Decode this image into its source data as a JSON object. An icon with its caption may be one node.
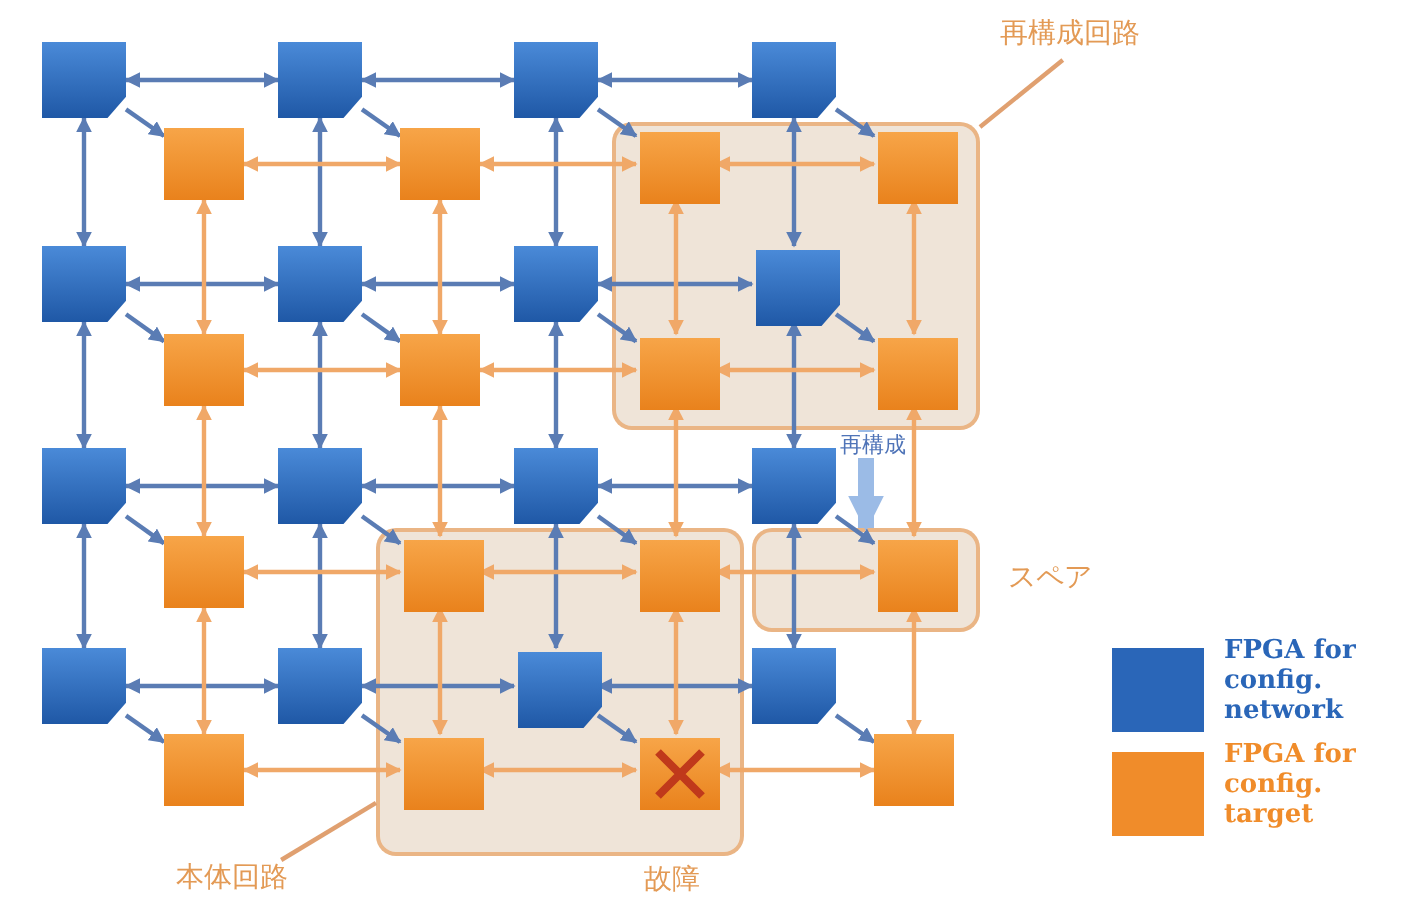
{
  "diagram": {
    "nodes": [
      {
        "text": [
          "再構成回路"
        ]
      },
      {
        "text": [],
        "shape": "box"
      },
      {
        "text": [],
        "shape": "box",
        "beside": [
          "スペア"
        ]
      },
      {
        "text": [],
        "shape": "box"
      },
      {
        "text": [
          "本体回路"
        ]
      },
      {
        "text": [],
        "shape": "box"
      },
      {
        "text": [],
        "shape": "box"
      },
      {
        "text": [],
        "shape": "box"
      },
      {
        "text": [],
        "shape": "box"
      },
      {
        "text": [],
        "shape": "box"
      },
      {
        "text": [],
        "shape": "box"
      },
      {
        "text": [],
        "shape": "box"
      },
      {
        "text": [],
        "shape": "box",
        "in": 1
      },
      {
        "text": [],
        "shape": "box"
      },
      {
        "text": [],
        "shape": "box"
      },
      {
        "text": [],
        "shape": "box"
      },
      {
        "text": [],
        "shape": "box"
      },
      {
        "text": [],
        "shape": "box"
      },
      {
        "text": [],
        "shape": "box"
      },
      {
        "text": [],
        "shape": "box",
        "in": 3
      },
      {
        "text": [],
        "shape": "box"
      },
      {
        "text": [],
        "shape": "box"
      },
      {
        "text": [],
        "shape": "box"
      },
      {
        "text": [],
        "shape": "box",
        "in": 1
      },
      {
        "text": [],
        "shape": "box",
        "in": 1
      },
      {
        "text": [],
        "shape": "box"
      },
      {
        "text": [],
        "shape": "box"
      },
      {
        "text": [],
        "shape": "box",
        "in": 1
      },
      {
        "text": [],
        "shape": "box",
        "in": 1
      },
      {
        "text": [],
        "shape": "box"
      },
      {
        "text": [],
        "shape": "box",
        "in": 3
      },
      {
        "text": [],
        "shape": "box",
        "in": 3
      },
      {
        "text": [],
        "shape": "box",
        "in": 2
      },
      {
        "text": [],
        "shape": "box"
      },
      {
        "text": [],
        "shape": "box",
        "in": 3
      },
      {
        "text": [],
        "shape": "box",
        "in": 3,
        "beside": [
          "故障"
        ]
      },
      {
        "text": [],
        "shape": "box"
      }
    ],
    "edges": [
      {
        "from": 0,
        "to": 1,
        "arrow": "none",
        "color": "#e0a070"
      },
      {
        "from": 4,
        "to": 3,
        "arrow": "none",
        "color": "#e0a070"
      },
      {
        "from": 1,
        "to": 2,
        "arrow": "to",
        "label": "再構成",
        "style": "thick",
        "color": "#9bbbe6"
      },
      {
        "from": 5,
        "to": 6,
        "arrow": "both"
      },
      {
        "from": 6,
        "to": 7,
        "arrow": "both"
      },
      {
        "from": 7,
        "to": 8,
        "arrow": "both"
      },
      {
        "from": 9,
        "to": 10,
        "arrow": "both"
      },
      {
        "from": 10,
        "to": 11,
        "arrow": "both"
      },
      {
        "from": 11,
        "to": 12,
        "arrow": "both"
      },
      {
        "from": 13,
        "to": 14,
        "arrow": "both"
      },
      {
        "from": 14,
        "to": 15,
        "arrow": "both"
      },
      {
        "from": 15,
        "to": 16,
        "arrow": "both"
      },
      {
        "from": 17,
        "to": 18,
        "arrow": "both"
      },
      {
        "from": 18,
        "to": 19,
        "arrow": "both"
      },
      {
        "from": 19,
        "to": 20,
        "arrow": "both"
      },
      {
        "from": 5,
        "to": 9,
        "arrow": "both"
      },
      {
        "from": 6,
        "to": 10,
        "arrow": "both"
      },
      {
        "from": 7,
        "to": 11,
        "arrow": "both"
      },
      {
        "from": 8,
        "to": 12,
        "arrow": "both"
      },
      {
        "from": 9,
        "to": 13,
        "arrow": "both"
      },
      {
        "from": 10,
        "to": 14,
        "arrow": "both"
      },
      {
        "from": 11,
        "to": 15,
        "arrow": "both"
      },
      {
        "from": 12,
        "to": 16,
        "arrow": "both"
      },
      {
        "from": 13,
        "to": 17,
        "arrow": "both"
      },
      {
        "from": 14,
        "to": 18,
        "arrow": "both"
      },
      {
        "from": 15,
        "to": 19,
        "arrow": "both"
      },
      {
        "from": 16,
        "to": 20,
        "arrow": "both"
      },
      {
        "from": 21,
        "to": 22,
        "arrow": "both",
        "color": "#f0a868"
      },
      {
        "from": 22,
        "to": 23,
        "arrow": "both",
        "color": "#f0a868"
      },
      {
        "from": 23,
        "to": 24,
        "arrow": "both",
        "color": "#f0a868"
      },
      {
        "from": 25,
        "to": 26,
        "arrow": "both",
        "color": "#f0a868"
      },
      {
        "from": 26,
        "to": 27,
        "arrow": "both",
        "color": "#f0a868"
      },
      {
        "from": 27,
        "to": 28,
        "arrow": "both",
        "color": "#f0a868"
      },
      {
        "from": 29,
        "to": 30,
        "arrow": "both",
        "color": "#f0a868"
      },
      {
        "from": 30,
        "to": 31,
        "arrow": "both",
        "color": "#f0a868"
      },
      {
        "from": 31,
        "to": 32,
        "arrow": "both",
        "color": "#f0a868"
      },
      {
        "from": 33,
        "to": 34,
        "arrow": "both",
        "color": "#f0a868"
      },
      {
        "from": 34,
        "to": 35,
        "arrow": "both",
        "color": "#f0a868"
      },
      {
        "from": 35,
        "to": 36,
        "arrow": "both",
        "color": "#f0a868"
      },
      {
        "from": 21,
        "to": 25,
        "arrow": "both",
        "color": "#f0a868"
      },
      {
        "from": 22,
        "to": 26,
        "arrow": "both",
        "color": "#f0a868"
      },
      {
        "from": 23,
        "to": 27,
        "arrow": "both",
        "color": "#f0a868"
      },
      {
        "from": 24,
        "to": 28,
        "arrow": "both",
        "color": "#f0a868"
      },
      {
        "from": 25,
        "to": 29,
        "arrow": "both",
        "color": "#f0a868"
      },
      {
        "from": 26,
        "to": 30,
        "arrow": "both",
        "color": "#f0a868"
      },
      {
        "from": 27,
        "to": 31,
        "arrow": "both",
        "color": "#f0a868"
      },
      {
        "from": 28,
        "to": 32,
        "arrow": "both",
        "color": "#f0a868"
      },
      {
        "from": 29,
        "to": 33,
        "arrow": "both",
        "color": "#f0a868"
      },
      {
        "from": 30,
        "to": 34,
        "arrow": "both",
        "color": "#f0a868"
      },
      {
        "from": 31,
        "to": 35,
        "arrow": "both",
        "color": "#f0a868"
      },
      {
        "from": 32,
        "to": 36,
        "arrow": "both",
        "color": "#f0a868"
      },
      {
        "from": 5,
        "to": 21,
        "arrow": "to"
      },
      {
        "from": 6,
        "to": 22,
        "arrow": "to"
      },
      {
        "from": 7,
        "to": 23,
        "arrow": "to"
      },
      {
        "from": 8,
        "to": 24,
        "arrow": "to"
      },
      {
        "from": 9,
        "to": 25,
        "arrow": "to"
      },
      {
        "from": 10,
        "to": 26,
        "arrow": "to"
      },
      {
        "from": 11,
        "to": 27,
        "arrow": "to"
      },
      {
        "from": 12,
        "to": 28,
        "arrow": "to"
      },
      {
        "from": 13,
        "to": 29,
        "arrow": "to"
      },
      {
        "from": 14,
        "to": 30,
        "arrow": "to"
      },
      {
        "from": 15,
        "to": 31,
        "arrow": "to"
      },
      {
        "from": 16,
        "to": 32,
        "arrow": "to"
      },
      {
        "from": 17,
        "to": 33,
        "arrow": "to"
      },
      {
        "from": 18,
        "to": 34,
        "arrow": "to"
      },
      {
        "from": 19,
        "to": 35,
        "arrow": "to"
      },
      {
        "from": 20,
        "to": 36,
        "arrow": "to"
      }
    ],
    "legend": [
      {
        "text": "FPGA for config. network",
        "color": "#2a66b8"
      },
      {
        "text": "FPGA for config. target",
        "color": "#f08c2a"
      }
    ]
  }
}
